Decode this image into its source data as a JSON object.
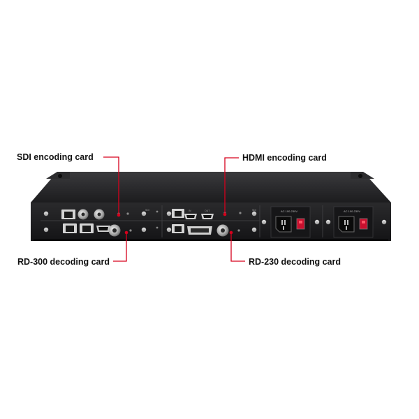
{
  "callouts": {
    "sdi_encoding": "SDI encoding card",
    "hdmi_encoding": "HDMI encoding card",
    "rd300_decoding": "RD-300 decoding card",
    "rd230_decoding": "RD-230 decoding card"
  },
  "panel_labels": {
    "sdi_a": "SDI",
    "sdi_b": "SDI",
    "in": "IN",
    "out": "OUT",
    "psu_a": "AC 100-230V",
    "psu_b": "AC 100-230V"
  },
  "colors": {
    "leader_line": "#d6001c",
    "chassis": "#1f1f21",
    "callout_text": "#111111"
  }
}
